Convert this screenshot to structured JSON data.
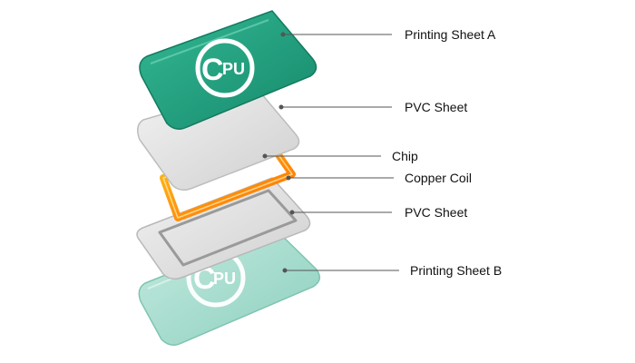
{
  "diagram": {
    "layers": [
      {
        "label": "Printing Sheet A",
        "logo_text": "PU",
        "logo_letter": "C"
      },
      {
        "label": "PVC Sheet"
      },
      {
        "label": "Chip"
      },
      {
        "label": "Copper Coil"
      },
      {
        "label": "PVC Sheet"
      },
      {
        "label": "Printing Sheet B",
        "logo_text": "PU",
        "logo_letter": "C"
      }
    ],
    "colors": {
      "sheet_a": "#1f9e80",
      "sheet_b": "#a9ded0",
      "pvc": "#dcdcdc",
      "coil_start": "#ffb400",
      "coil_end": "#ff6a00",
      "leader": "#555555"
    }
  }
}
